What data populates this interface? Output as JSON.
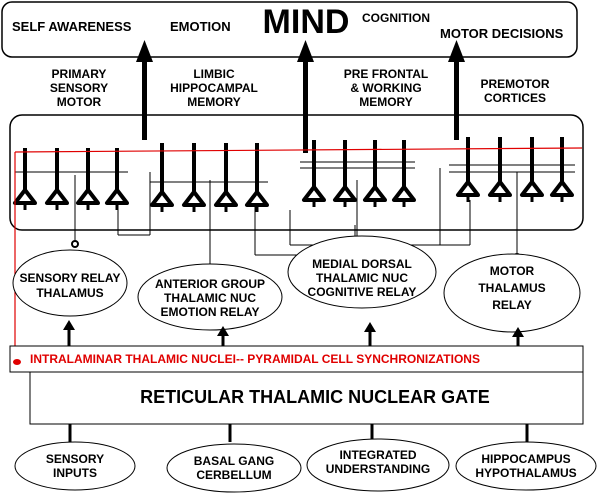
{
  "mind": {
    "title": "MIND",
    "self_awareness": "SELF AWARENESS",
    "emotion": "EMOTION",
    "cognition": "COGNITION",
    "motor_decisions": "MOTOR  DECISIONS"
  },
  "cortex_labels": {
    "primary": [
      "PRIMARY",
      "SENSORY",
      "MOTOR"
    ],
    "limbic": [
      "LIMBIC",
      "HIPPOCAMPAL",
      "MEMORY"
    ],
    "prefrontal": [
      "PRE FRONTAL",
      "& WORKING",
      "MEMORY"
    ],
    "premotor": [
      "PREMOTOR",
      "CORTICES"
    ]
  },
  "relays": {
    "sensory": [
      "SENSORY RELAY",
      "THALAMUS"
    ],
    "anterior": [
      "ANTERIOR GROUP",
      "THALAMIC  NUC",
      "EMOTION RELAY"
    ],
    "medial": [
      "MEDIAL DORSAL",
      "THALAMIC  NUC",
      "COGNITIVE RELAY"
    ],
    "motor": [
      "MOTOR",
      "THALAMUS",
      "RELAY"
    ]
  },
  "intralaminar_label": "INTRALAMINAR THALAMIC NUCLEI--  PYRAMIDAL CELL SYNCHRONIZATIONS",
  "reticular_label": "RETICULAR THALAMIC NUCLEAR GATE",
  "inputs": {
    "sensory": [
      "SENSORY",
      "INPUTS"
    ],
    "basal": [
      "BASAL GANG",
      "CERBELLUM"
    ],
    "integrated": [
      "INTEGRATED",
      "UNDERSTANDING"
    ],
    "hippocampus": [
      "HIPPOCAMPUS",
      "HYPOTHALAMUS"
    ]
  },
  "colors": {
    "line": "#000000",
    "sync": "#e00000"
  }
}
